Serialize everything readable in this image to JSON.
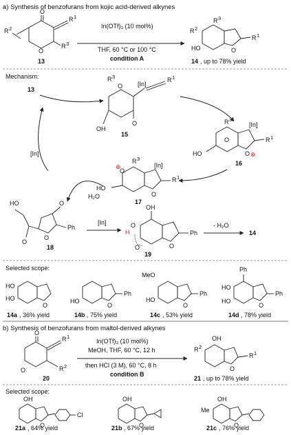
{
  "section_a": {
    "title": "a) Synthesis of benzofurans from kojic acid-derived alkynes",
    "reagent": "In(OTf)₃ (10 mol%)",
    "conditions": "THF, 60 °C or 100 °C",
    "condition_label": "condition A",
    "start_label": "13",
    "product_label": "14",
    "product_yield": ", up to 78% yield"
  },
  "mechanism": {
    "title": "Mechanism:",
    "label_13": "13",
    "catalyst": "[In]",
    "int_15": "15",
    "int_16": "16",
    "int_17": "17",
    "int_18": "18",
    "int_19": "19",
    "water": "H₂O",
    "catalyst_2": "[In]",
    "minus_water": "- H₂O",
    "final": "14"
  },
  "scope_a": {
    "title": "Selected scope:",
    "items": [
      {
        "label": "14a",
        "yield": ", 36% yield"
      },
      {
        "label": "14b",
        "yield": ", 75% yield"
      },
      {
        "label": "14c",
        "yield": ", 53% yield"
      },
      {
        "label": "14d",
        "yield": ", 78% yield"
      }
    ]
  },
  "section_b": {
    "title": "b) Synthesis of benzofurans from maltol-derived alkynes",
    "reagent": "In(OTf)₃ (10 mol%)",
    "conditions_1": "MeOH, THF, 60 °C, 12 h",
    "conditions_2": "then HCl (3 M), 60 °C, 8 h",
    "condition_label": "condition B",
    "start_label": "20",
    "product_label": "21",
    "product_yield": ", up to 78% yield"
  },
  "scope_b": {
    "title": "Selected scope:",
    "items": [
      {
        "label": "21a",
        "yield": ", 64% yield"
      },
      {
        "label": "21b",
        "yield": ", 67% yield"
      },
      {
        "label": "21c",
        "yield": ", 76% yield"
      }
    ]
  },
  "atoms": {
    "O": "O",
    "OH": "OH",
    "HO": "HO",
    "H": "H",
    "Ph": "Ph",
    "MeO": "MeO",
    "Me": "Me",
    "Cl": "Cl",
    "R": "R",
    "In": "[In]",
    "plus": "⊕"
  }
}
